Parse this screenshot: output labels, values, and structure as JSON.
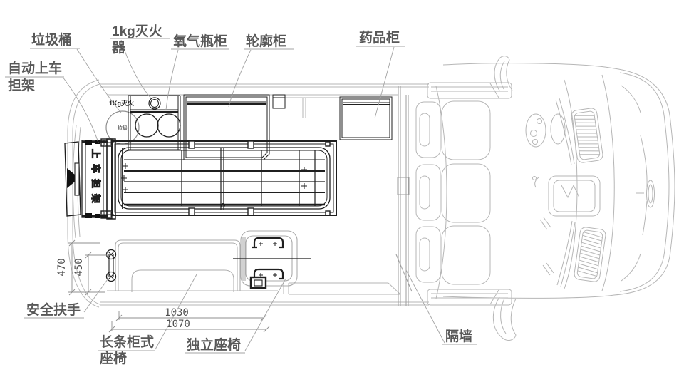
{
  "labels": {
    "auto_stretcher_1": "自动上车",
    "auto_stretcher_2": "担架",
    "trash_bin": "垃圾桶",
    "fire_ext_1": "1kg灭火",
    "fire_ext_2": "器",
    "oxygen_cabinet": "氧气瓶柜",
    "wheel_cabinet": "轮廓柜",
    "medicine_cabinet": "药品柜",
    "partition_wall": "隔墙",
    "safety_handrail": "安全扶手",
    "bench_seat_1": "长条柜式",
    "bench_seat_2": "座椅",
    "independent_seat": "独立座椅"
  },
  "markings": {
    "extinguisher": "1Kg灭火",
    "trash": "垃圾",
    "rear_door": "上车担架"
  },
  "dimensions": {
    "d470": "470",
    "d450": "450",
    "d1030": "1030",
    "d1070": "1070"
  },
  "colors": {
    "line_dark": "#1f1f1f",
    "line_body": "#b6b6b6",
    "line_leader": "#a3a3a3",
    "label_text": "#585858",
    "background": "#ffffff"
  }
}
